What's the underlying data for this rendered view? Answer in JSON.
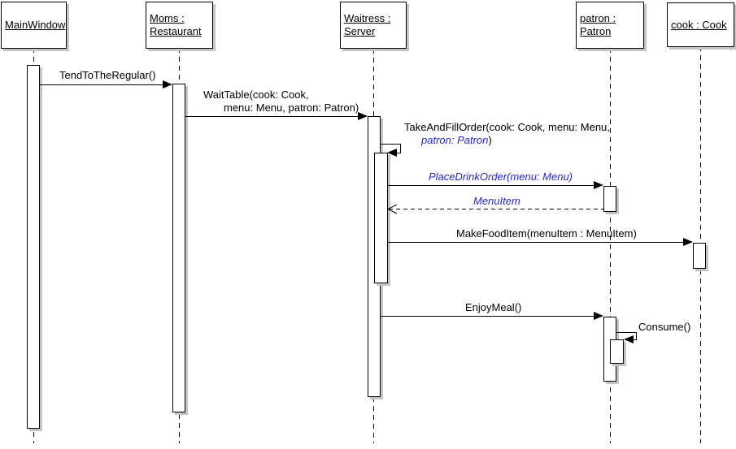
{
  "diagram": {
    "type": "uml-sequence-diagram",
    "colors": {
      "line": "#000000",
      "emphasis_text": "#2626cc",
      "shadow": "#c4c4c4",
      "background": "#ffffff"
    },
    "lifelines": [
      {
        "id": "mainwindow",
        "line1": "MainWindow",
        "line2": ""
      },
      {
        "id": "moms-restaurant",
        "line1": "Moms :",
        "line2": "Restaurant"
      },
      {
        "id": "waitress-server",
        "line1": "Waitress :",
        "line2": "Server"
      },
      {
        "id": "patron",
        "line1": "patron :",
        "line2": "Patron"
      },
      {
        "id": "cook",
        "line1": "cook : Cook",
        "line2": ""
      }
    ],
    "messages": [
      {
        "label": "TendToTheRegular()",
        "from": "MainWindow",
        "to": "Moms : Restaurant",
        "kind": "call"
      },
      {
        "label": "WaitTable(cook: Cook,",
        "label2": "menu: Menu, patron: Patron)",
        "from": "Moms : Restaurant",
        "to": "Waitress : Server",
        "kind": "call"
      },
      {
        "label": "TakeAndFillOrder(cook: Cook, menu: Menu,",
        "label2": "patron: Patron",
        "label2_suffix": ")",
        "from": "Waitress : Server",
        "to": "Waitress : Server",
        "kind": "self-call"
      },
      {
        "label": "PlaceDrinkOrder(menu: Menu)",
        "from": "Waitress : Server",
        "to": "patron : Patron",
        "kind": "call",
        "emphasis": true
      },
      {
        "label": "MenuItem",
        "from": "patron : Patron",
        "to": "Waitress : Server",
        "kind": "return",
        "emphasis": true
      },
      {
        "label": "MakeFoodItem(menuItem : MenuItem)",
        "from": "Waitress : Server",
        "to": "cook : Cook",
        "kind": "call"
      },
      {
        "label": "EnjoyMeal()",
        "from": "Waitress : Server",
        "to": "patron : Patron",
        "kind": "call"
      },
      {
        "label": "Consume()",
        "from": "patron : Patron",
        "to": "patron : Patron",
        "kind": "self-call"
      }
    ]
  }
}
